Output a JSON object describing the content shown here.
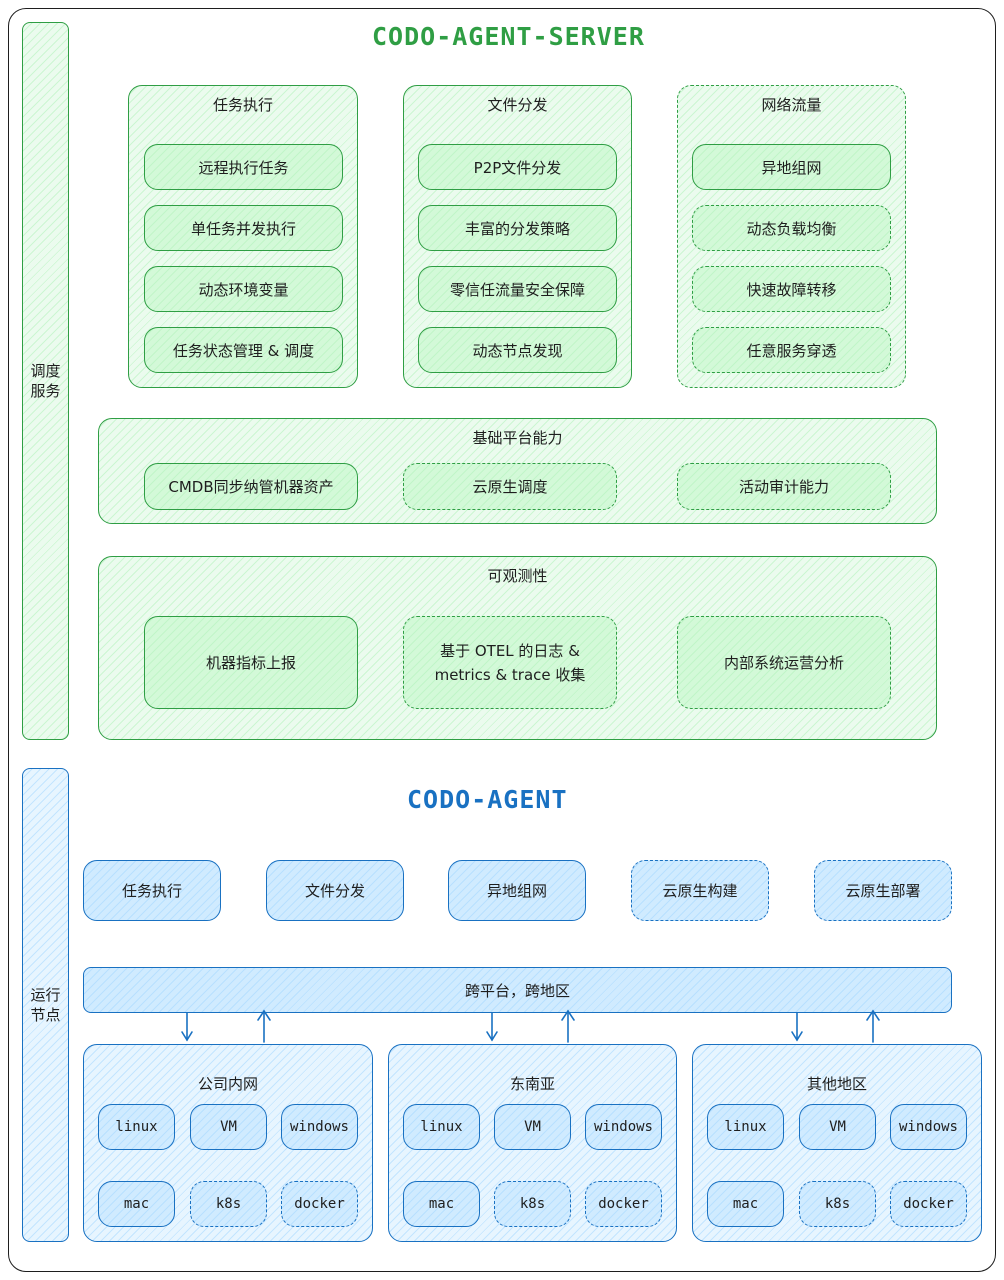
{
  "server": {
    "title": "CODO-AGENT-SERVER",
    "side_label": "调度\n服务",
    "task": {
      "header": "任务执行",
      "items": [
        "远程执行任务",
        "单任务并发执行",
        "动态环境变量",
        "任务状态管理 & 调度"
      ]
    },
    "file": {
      "header": "文件分发",
      "items": [
        "P2P文件分发",
        "丰富的分发策略",
        "零信任流量安全保障",
        "动态节点发现"
      ]
    },
    "network": {
      "header": "网络流量",
      "items": [
        "异地组网",
        "动态负载均衡",
        "快速故障转移",
        "任意服务穿透"
      ]
    },
    "platform": {
      "header": "基础平台能力",
      "items": [
        "CMDB同步纳管机器资产",
        "云原生调度",
        "活动审计能力"
      ]
    },
    "observability": {
      "header": "可观测性",
      "items": [
        "机器指标上报",
        "基于 OTEL 的日志 & metrics & trace 收集",
        "内部系统运营分析"
      ]
    }
  },
  "agent": {
    "title": "CODO-AGENT",
    "side_label": "运行\n节点",
    "features": [
      "任务执行",
      "文件分发",
      "异地组网",
      "云原生构建",
      "云原生部署"
    ],
    "cross_platform": "跨平台，跨地区",
    "regions": [
      {
        "name": "公司内网",
        "nodes": [
          "linux",
          "VM",
          "windows",
          "mac",
          "k8s",
          "docker"
        ]
      },
      {
        "name": "东南亚",
        "nodes": [
          "linux",
          "VM",
          "windows",
          "mac",
          "k8s",
          "docker"
        ]
      },
      {
        "name": "其他地区",
        "nodes": [
          "linux",
          "VM",
          "windows",
          "mac",
          "k8s",
          "docker"
        ]
      }
    ]
  },
  "colors": {
    "server_stroke": "#2f9e44",
    "server_fill": "#ebfbee",
    "agent_stroke": "#1971c2",
    "agent_fill": "#e7f5ff"
  }
}
